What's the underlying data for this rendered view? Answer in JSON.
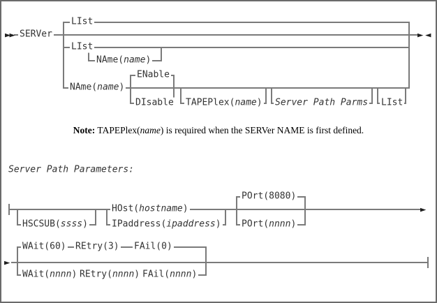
{
  "symbols": {
    "begin": "►►",
    "arrow_right": "►",
    "arrow_left": "◄"
  },
  "tokens": {
    "server": "SERVer",
    "list": "LIst",
    "name_kw": "NAme(",
    "name_arg": "name",
    "enable": "ENable",
    "disable": "DIsable",
    "tapeplex_kw": "TAPEPlex(",
    "tapeplex_arg": "name",
    "spp_fragment": "Server Path Parms",
    "hscsub_kw": "HSCSUB(",
    "hscsub_arg": "ssss",
    "host_kw": "HOst(",
    "host_arg": "hostname",
    "ip_kw": "IPaddress(",
    "ip_arg": "ipaddress",
    "port_default": "POrt(8080)",
    "port_kw": "POrt(",
    "wait_default": "WAit(60)",
    "retry_default": "REtry(3)",
    "fail_default": "FAil(0)",
    "wait_kw": "WAit(",
    "retry_kw": "REtry(",
    "fail_kw": "FAil(",
    "nnnn": "nnnn",
    "cp": ")"
  },
  "note": {
    "label": "Note:",
    "before": " TAPEPlex(",
    "arg": "name",
    "after": ") is required when the SERVer NAME is first defined."
  },
  "heading": "Server Path Parameters:",
  "colors": {
    "line": "#7a7a7a",
    "text": "#333333",
    "arrow": "#1f1f1f"
  }
}
